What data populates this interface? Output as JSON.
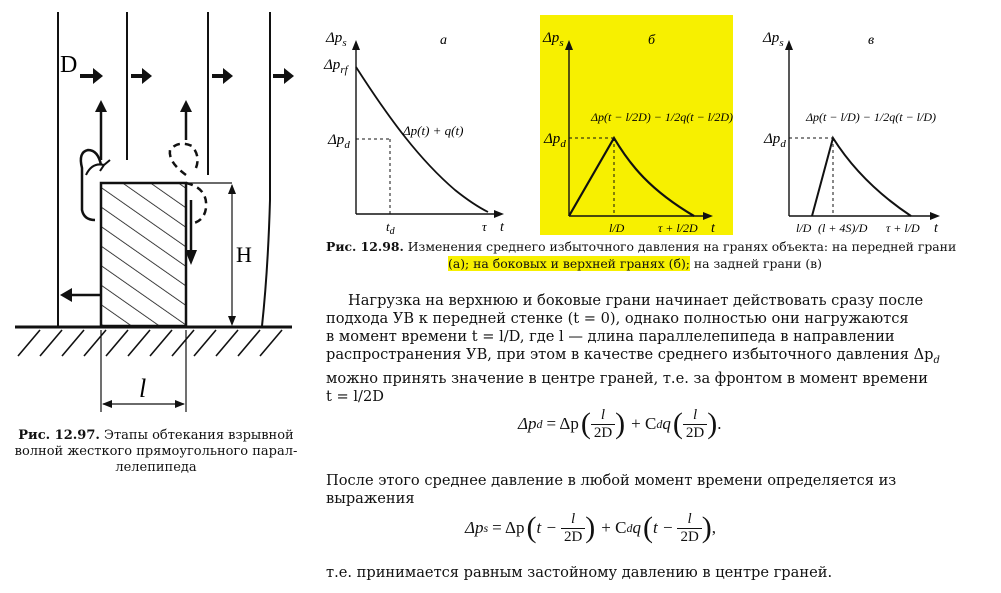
{
  "fig97": {
    "label_D": "D",
    "label_H": "H",
    "label_l": "l",
    "caption_num": "Рис. 12.97.",
    "caption_line1": "Этапы обтекания взрывной",
    "caption_line2": "волной жесткого прямоугольного парал-",
    "caption_line3": "лелепипеда"
  },
  "fig98": {
    "panel_a": {
      "letter": "а",
      "yaxis": "Δp",
      "yaxis_sub": "s",
      "ytick_top": "Δp",
      "ytick_top_sub": "rf",
      "ytick_mid": "Δp",
      "ytick_mid_sub": "d",
      "curve_label": "Δp(t) + q(t)",
      "xtick_1": "t",
      "xtick_1_sub": "d",
      "xtick_2": "τ",
      "xaxis": "t"
    },
    "panel_b": {
      "letter": "б",
      "yaxis": "Δp",
      "yaxis_sub": "s",
      "ytick_mid": "Δp",
      "ytick_mid_sub": "d",
      "curve_label": "Δp(t − l/2D) − 1/2q(t − l/2D)",
      "xtick_1": "l/D",
      "xtick_2": "τ + l/2D",
      "xaxis": "t"
    },
    "panel_c": {
      "letter": "в",
      "yaxis": "Δp",
      "yaxis_sub": "s",
      "ytick_mid": "Δp",
      "ytick_mid_sub": "d",
      "curve_label": "Δp(t − l/D) − 1/2q(t − l/D)",
      "xtick_1": "l/D",
      "xtick_2": "(l + 4S)/D",
      "xtick_3": "τ + l/D",
      "xaxis": "t"
    },
    "caption_num": "Рис. 12.98.",
    "caption_part1": "Изменения среднего избыточного давления на гранях объекта: на передней грани",
    "caption_part2": "(а); на боковых и верхней гранях (б);",
    "caption_part3": " на задней грани (в)"
  },
  "body": {
    "para1_line1": "Нагрузка на верхнюю и боковые грани начинает действовать сразу после",
    "para1_line2": "подхода УВ к передней стенке (t = 0), однако полностью они нагружаются",
    "para1_line3": "в момент времени t = l/D, где l — длина параллелепипеда в направлении",
    "para1_line4": "распространения УВ, при этом в качестве среднего избыточного давления Δp",
    "para1_line4_sub": "d",
    "para1_line5": "можно принять значение в центре граней, т.е. за фронтом в момент времени",
    "para1_line6": "t = l/2D",
    "para2": "После этого среднее давление в любой момент времени определяется из выражения",
    "para3": "т.е. принимается равным застойному давлению в центре граней."
  },
  "formula1": {
    "lhs": "Δp",
    "lhs_sub": "d",
    "eq": "= Δp",
    "num1": "l",
    "den1": "2D",
    "plus": "+ C",
    "c_sub": "d",
    "q": "q",
    "num2": "l",
    "den2": "2D",
    "end": "."
  },
  "formula2": {
    "lhs": "Δp",
    "lhs_sub": "s",
    "eq": "= Δp",
    "t1": "t −",
    "num1": "l",
    "den1": "2D",
    "plus": "+ C",
    "c_sub": "d",
    "q": "q",
    "t2": "t −",
    "num2": "l",
    "den2": "2D",
    "end": ","
  },
  "colors": {
    "highlight": "#f7f000",
    "ink": "#111111"
  }
}
